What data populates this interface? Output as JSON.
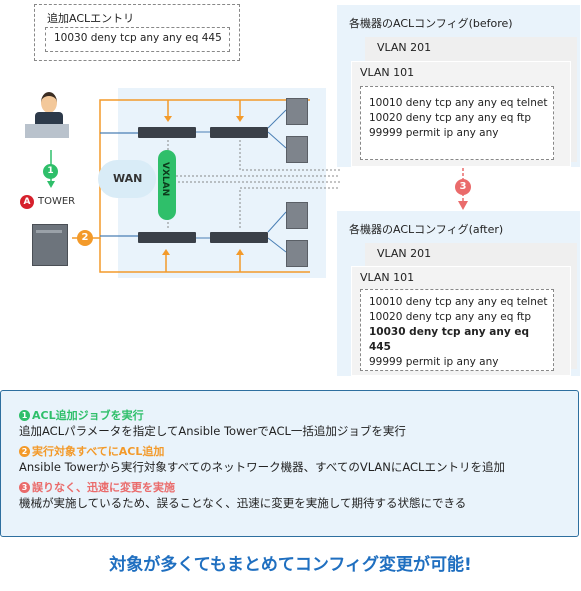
{
  "acl_entry": {
    "title": "追加ACLエントリ",
    "code": "10030 deny tcp any any eq 445"
  },
  "before": {
    "title": "各機器のACLコンフィグ(before)",
    "vlan_back": "VLAN 201",
    "vlan_front": "VLAN 101",
    "lines": [
      "10010 deny tcp any any eq telnet",
      "10020 deny tcp any any eq ftp",
      "99999 permit ip any any"
    ]
  },
  "after": {
    "title": "各機器のACLコンフィグ(after)",
    "vlan_back": "VLAN 201",
    "vlan_front": "VLAN 101",
    "lines": [
      "10010 deny tcp any any eq telnet",
      "10020 deny tcp any any eq ftp",
      "10030 deny tcp any any eq 445",
      "99999 permit ip any any"
    ],
    "bold_line_index": 2
  },
  "diagram": {
    "tower_label": "TOWER",
    "wan_label": "WAN",
    "vxlan_label": "VXLAN",
    "step1": "1",
    "step2": "2",
    "step3": "3"
  },
  "steps": [
    {
      "num": "1",
      "heading": "ACL追加ジョブを実行",
      "body": "追加ACLパラメータを指定してAnsible TowerでACL一括追加ジョブを実行",
      "color": "#2fbf6a"
    },
    {
      "num": "2",
      "heading": "実行対象すべてにACL追加",
      "body": "Ansible Towerから実行対象すべてのネットワーク機器、すべてのVLANにACLエントリを追加",
      "color": "#f39a2a"
    },
    {
      "num": "3",
      "heading": "誤りなく、迅速に変更を実施",
      "body": "機械が実施しているため、誤ることなく、迅速に変更を実施して期待する状態にできる",
      "color": "#ea6b6b"
    }
  ],
  "tagline": "対象が多くてもまとめてコンフィグ変更が可能!",
  "colors": {
    "green": "#2fbf6a",
    "orange": "#f39a2a",
    "red": "#ea6b6b",
    "blue": "#1f6fc0",
    "panel": "#e9f3fb"
  }
}
